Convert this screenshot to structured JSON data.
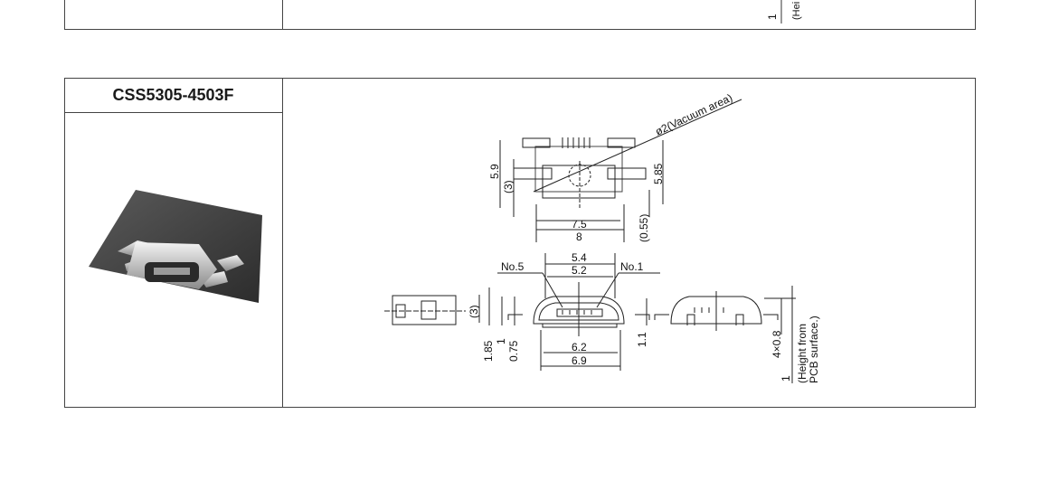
{
  "top_table": {
    "partial_dim": "1",
    "partial_note": "(Hei"
  },
  "part": {
    "name": "CSS5305-4503F",
    "photo_icon": "connector-photo"
  },
  "drawing": {
    "top_view": {
      "vacuum": "ø2(Vacuum area)",
      "h_total": "5.9",
      "h_mid": "(3)",
      "h_right": "5.85",
      "w_inner": "7.5",
      "w_outer": "8",
      "offset": "(0.55)"
    },
    "front_view": {
      "w_top1": "5.4",
      "w_top2": "5.2",
      "pin5": "No.5",
      "pin1": "No.1",
      "w_bot1": "6.2",
      "w_bot2": "6.9",
      "h1": "1.85",
      "h2": "1",
      "h3": "0.75",
      "h4": "1.1"
    },
    "side_view": {
      "h": "(3)"
    },
    "rear_view": {
      "pins": "4×0.8",
      "height": "1",
      "note_line1": "(Height from",
      "note_line2": "PCB surface.)"
    }
  }
}
